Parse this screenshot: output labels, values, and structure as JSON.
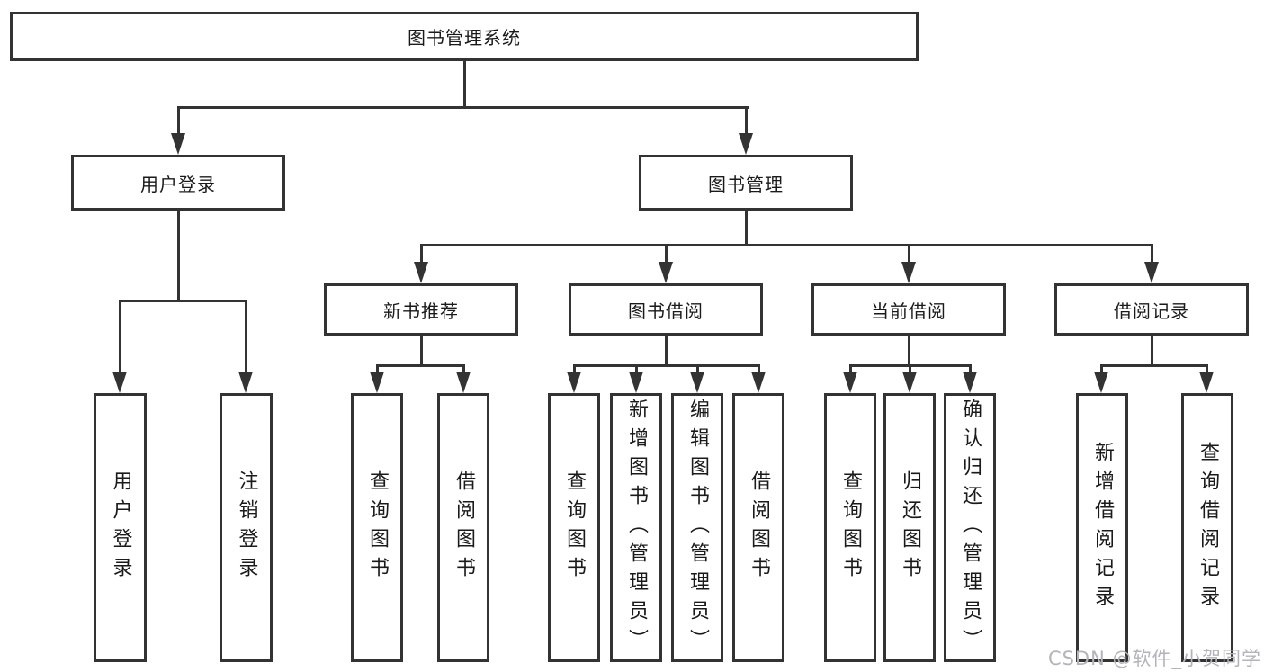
{
  "diagram": {
    "title_node": {
      "label": "图书管理系统"
    },
    "level2": [
      {
        "label": "用户登录"
      },
      {
        "label": "图书管理"
      }
    ],
    "level3": [
      {
        "label": "新书推荐"
      },
      {
        "label": "图书借阅"
      },
      {
        "label": "当前借阅"
      },
      {
        "label": "借阅记录"
      }
    ],
    "level4": [
      {
        "label": "用户登录"
      },
      {
        "label": "注销登录"
      },
      {
        "label": "查询图书"
      },
      {
        "label": "借阅图书"
      },
      {
        "label": "查询图书"
      },
      {
        "label": "新增图书（管理员）"
      },
      {
        "label": "编辑图书（管理员）"
      },
      {
        "label": "借阅图书"
      },
      {
        "label": "查询图书"
      },
      {
        "label": "归还图书"
      },
      {
        "label": "确认归还（管理员）"
      },
      {
        "label": "新增借阅记录"
      },
      {
        "label": "查询借阅记录"
      }
    ],
    "colors": {
      "line": "#333333",
      "box_border": "#333333",
      "text": "#1a1a1a",
      "background": "#ffffff",
      "watermark": "#b3b3b9"
    }
  },
  "watermark": {
    "text": "CSDN @软件_小贺同学"
  }
}
